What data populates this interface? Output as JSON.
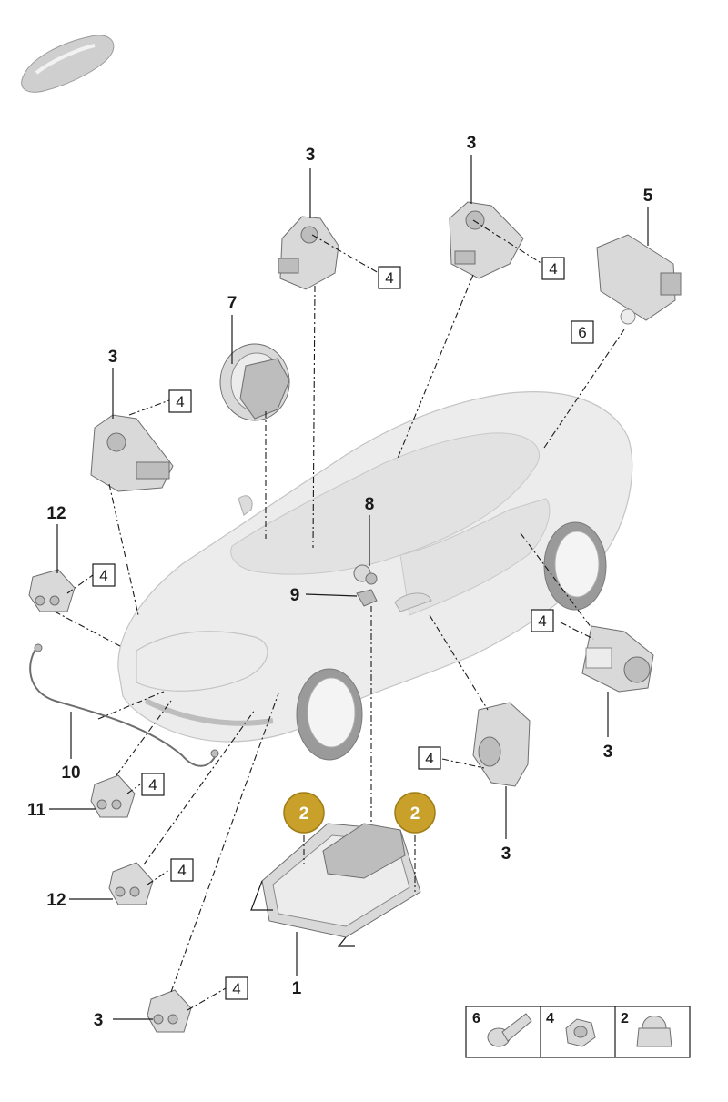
{
  "callouts": {
    "c1": "1",
    "c3": "3",
    "c5": "5",
    "c6": "6",
    "c7": "7",
    "c8": "8",
    "c9": "9",
    "c10": "10",
    "c11": "11",
    "c12": "12"
  },
  "boxed_label": "4",
  "badge_label": "2",
  "legend": {
    "items": [
      {
        "number": "6",
        "icon": "screw-icon"
      },
      {
        "number": "4",
        "icon": "nut-icon"
      },
      {
        "number": "2",
        "icon": "cap-nut-icon"
      }
    ]
  },
  "colors": {
    "badge": "#c9a02a",
    "line": "#1a1a1a",
    "part": "#d9d9d9"
  }
}
